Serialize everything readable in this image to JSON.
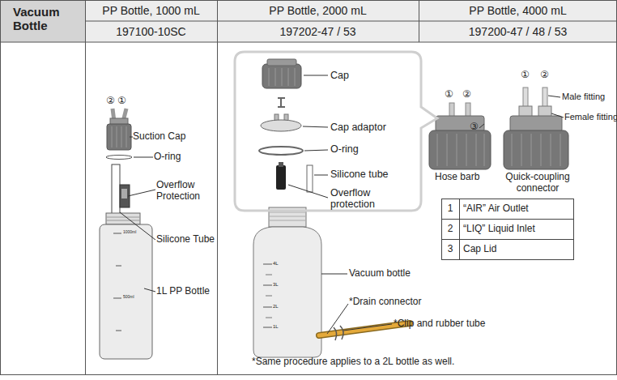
{
  "diagram": {
    "nodes": [
      {
        "text": [
          "Cap",
          "Cap adaptor",
          "O-ring",
          "Silicone tube",
          "Overflow protection"
        ]
      }
    ],
    "labels": [
      "Vacuum Bottle",
      "PP Bottle, 1000 mL",
      "PP Bottle, 2000 mL",
      "PP Bottle, 4000 mL",
      "197100-10SC",
      "197202-47 / 53",
      "197200-47 / 48 / 53",
      "②",
      "①",
      "Suction Cap",
      "O-ring",
      "Overflow Protection",
      "Silicone Tube",
      "1L PP Bottle",
      "1000ml",
      "500ml",
      "4L",
      "3L",
      "2L",
      "1L",
      "Vacuum bottle",
      "*Drain connector",
      "*Clip and rubber tube",
      "*Same procedure applies to a 2L bottle as well.",
      "①",
      "②",
      "Hose barb",
      "①",
      "②",
      "Male fitting",
      "Female fitting",
      "③",
      "Quick-coupling connector",
      "1",
      "“AIR” Air Outlet",
      "2",
      "“LIQ” Liquid Inlet",
      "3",
      "Cap Lid"
    ]
  }
}
